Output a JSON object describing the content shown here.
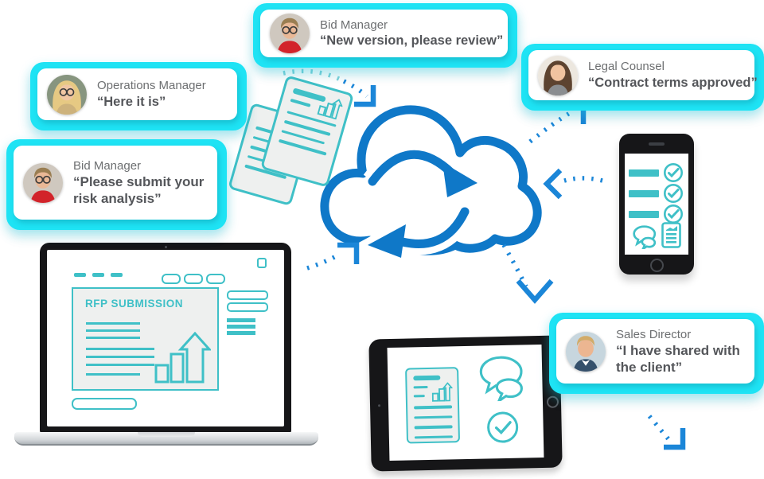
{
  "bubbles": [
    {
      "role": "Bid Manager",
      "quote": "“New version, please review”",
      "avatar": "man-glasses-red-shirt-photo"
    },
    {
      "role": "Operations Manager",
      "quote": "“Here it is”",
      "avatar": "blonde-woman-glasses-photo"
    },
    {
      "role": "Legal Counsel",
      "quote": "“Contract terms approved”",
      "avatar": "brown-haired-woman-photo"
    },
    {
      "role": "Bid Manager",
      "quote": "“Please submit your risk analysis”",
      "avatar": "man-glasses-red-shirt-photo"
    },
    {
      "role": "Sales Director",
      "quote": "“I have shared with the client”",
      "avatar": "blond-man-suit-photo"
    }
  ],
  "laptop": {
    "title": "RFP SUBMISSION"
  },
  "icons": {
    "center": "cloud-sync-icon",
    "left": "documents-stack-icon",
    "phone": [
      "checklist-check-circle-icon",
      "chat-bubbles-icon",
      "document-chart-icon"
    ],
    "tablet": [
      "document-chart-icon",
      "chat-bubbles-icon",
      "check-circle-icon"
    ],
    "laptop": [
      "menu-dashes-icon",
      "tab-pills-icon",
      "bar-chart-arrow-icon",
      "window-square-icon"
    ]
  },
  "colors": {
    "bubble_cyan": "#1ee3f4",
    "device_teal": "#3fc0c7",
    "cloud_blue": "#0f78c8",
    "arrow_blue": "#1b86d8",
    "name_gray": "#6d6f71",
    "quote_gray": "#54565a"
  }
}
